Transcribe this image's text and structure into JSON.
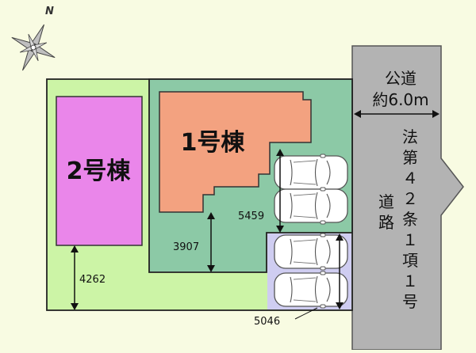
{
  "compass": {
    "label": "N"
  },
  "road": {
    "label_1": "公道",
    "width_label": "約6.0m",
    "regulation": [
      "法",
      "第",
      "４",
      "２",
      "条",
      "１",
      "項",
      "１",
      "号"
    ],
    "label_2": [
      "道",
      "路"
    ]
  },
  "buildings": {
    "building_1": {
      "label": "1号棟"
    },
    "building_2": {
      "label": "2号棟"
    }
  },
  "dimensions": {
    "d3907": "3907",
    "d4262": "4262",
    "d5459": "5459",
    "d5046": "5046"
  },
  "colors": {
    "lot_2": "#ccf4a6",
    "lot_1": "#8cc9a6",
    "building_1": "#f3a280",
    "building_2": "#ea86ea",
    "road": "#b3b3b3",
    "parking_lot_2": "#cfcdf1",
    "background": "#f8fbe2"
  }
}
